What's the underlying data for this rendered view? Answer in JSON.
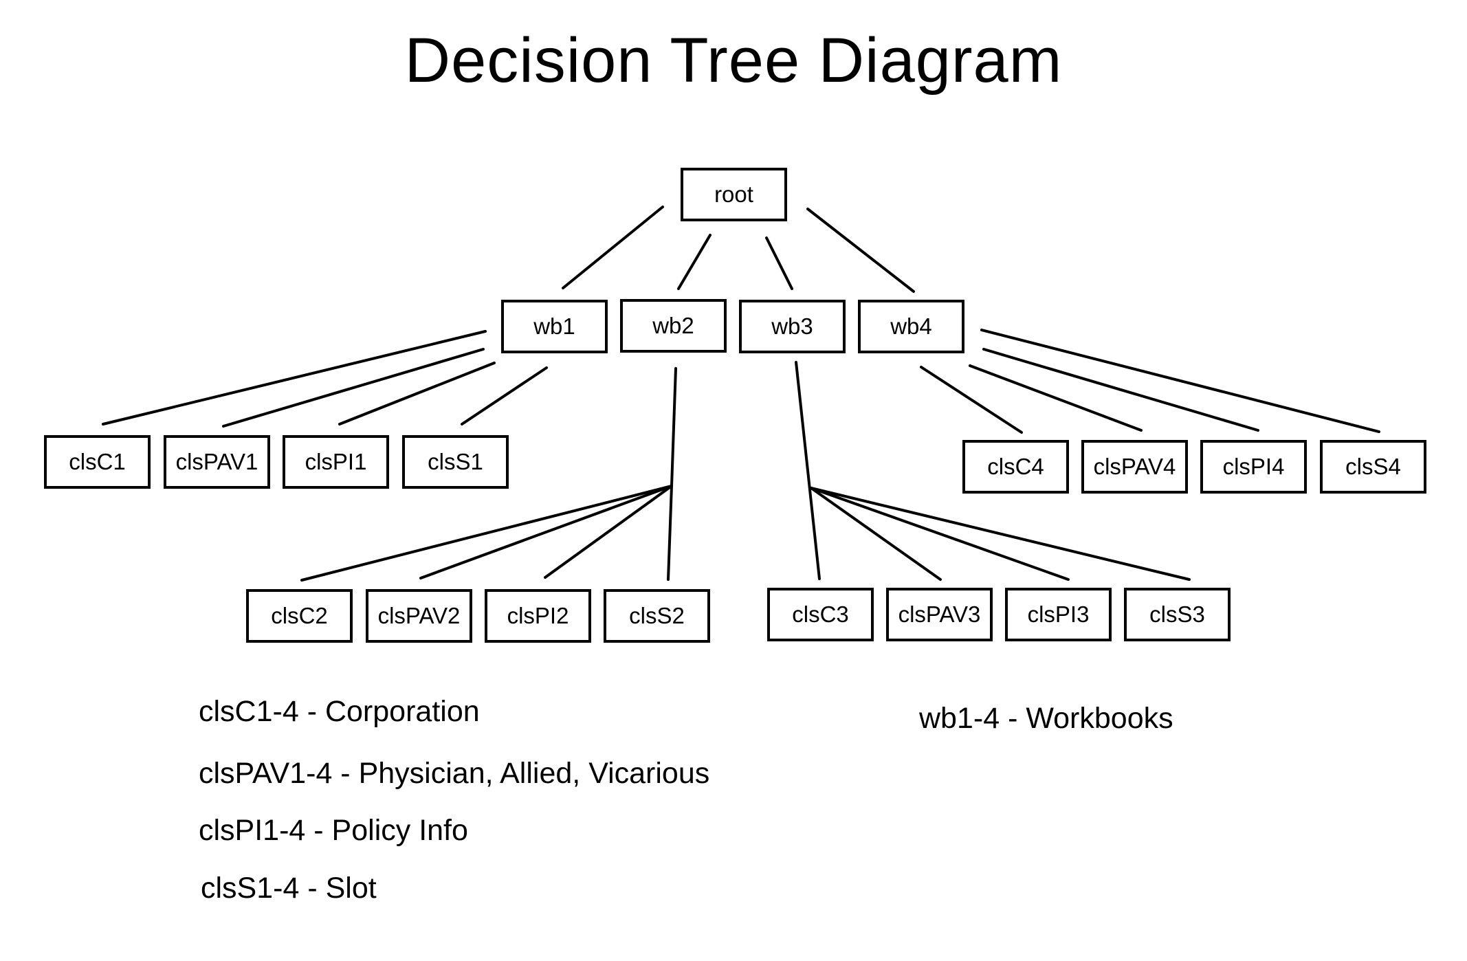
{
  "diagram": {
    "title": "Decision Tree Diagram",
    "nodes": {
      "root": "root",
      "wb1": "wb1",
      "wb2": "wb2",
      "wb3": "wb3",
      "wb4": "wb4",
      "clsC1": "clsC1",
      "clsPAV1": "clsPAV1",
      "clsPI1": "clsPI1",
      "clsS1": "clsS1",
      "clsC2": "clsC2",
      "clsPAV2": "clsPAV2",
      "clsPI2": "clsPI2",
      "clsS2": "clsS2",
      "clsC3": "clsC3",
      "clsPAV3": "clsPAV3",
      "clsPI3": "clsPI3",
      "clsS3": "clsS3",
      "clsC4": "clsC4",
      "clsPAV4": "clsPAV4",
      "clsPI4": "clsPI4",
      "clsS4": "clsS4"
    },
    "edges": [
      {
        "from": "root",
        "to": "wb1"
      },
      {
        "from": "root",
        "to": "wb2"
      },
      {
        "from": "root",
        "to": "wb3"
      },
      {
        "from": "root",
        "to": "wb4"
      },
      {
        "from": "wb1",
        "to": "clsC1"
      },
      {
        "from": "wb1",
        "to": "clsPAV1"
      },
      {
        "from": "wb1",
        "to": "clsPI1"
      },
      {
        "from": "wb1",
        "to": "clsS1"
      },
      {
        "from": "wb2",
        "to": "clsC2"
      },
      {
        "from": "wb2",
        "to": "clsPAV2"
      },
      {
        "from": "wb2",
        "to": "clsPI2"
      },
      {
        "from": "wb2",
        "to": "clsS2"
      },
      {
        "from": "wb3",
        "to": "clsC3"
      },
      {
        "from": "wb3",
        "to": "clsPAV3"
      },
      {
        "from": "wb3",
        "to": "clsPI3"
      },
      {
        "from": "wb3",
        "to": "clsS3"
      },
      {
        "from": "wb4",
        "to": "clsC4"
      },
      {
        "from": "wb4",
        "to": "clsPAV4"
      },
      {
        "from": "wb4",
        "to": "clsPI4"
      },
      {
        "from": "wb4",
        "to": "clsS4"
      }
    ],
    "legend": {
      "corporation": "clsC1-4 - Corporation",
      "physician": "clsPAV1-4 - Physician, Allied, Vicarious",
      "policy": "clsPI1-4 - Policy Info",
      "slot": "clsS1-4 - Slot",
      "workbooks": "wb1-4 - Workbooks"
    }
  }
}
